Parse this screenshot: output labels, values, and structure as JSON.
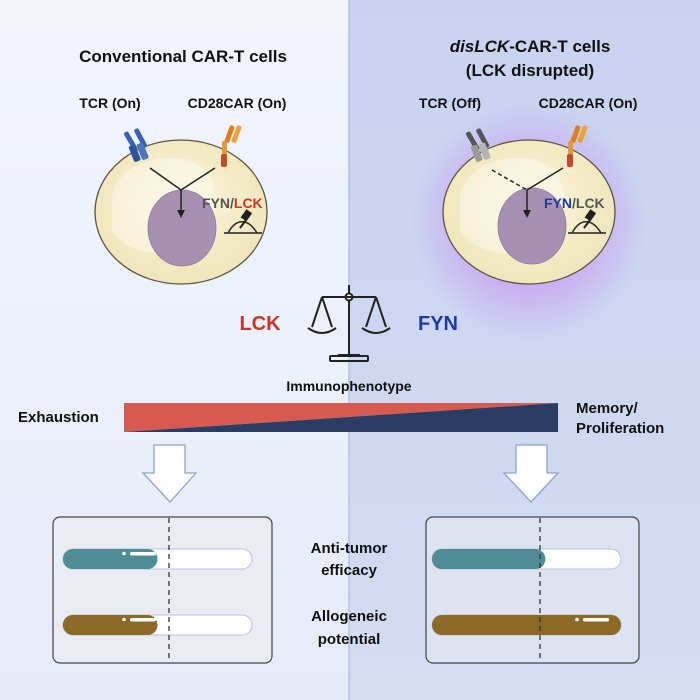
{
  "left_panel": {
    "title": "Conventional CAR-T cells",
    "tcr_label": "TCR (On)",
    "car_label": "CD28CAR (On)",
    "kinase_fyn": "FYN",
    "kinase_sep": "/",
    "kinase_lck": "LCK"
  },
  "right_panel": {
    "title_italic": "disLCK",
    "title_rest": "-CAR-T cells",
    "subtitle": "(LCK disrupted)",
    "tcr_label": "TCR (Off)",
    "car_label": "CD28CAR (On)",
    "kinase_fyn": "FYN",
    "kinase_sep": "/",
    "kinase_lck": "LCK"
  },
  "balance": {
    "left_label": "LCK",
    "right_label": "FYN",
    "caption": "Immunophenotype"
  },
  "gradient": {
    "left_label": "Exhaustion",
    "right_label_line1": "Memory/",
    "right_label_line2": "Proliferation"
  },
  "outcomes": {
    "antitumor_line1": "Anti-tumor",
    "antitumor_line2": "efficacy",
    "allogeneic_line1": "Allogeneic",
    "allogeneic_line2": "potential",
    "left": {
      "antitumor_level": 0.5,
      "allogeneic_level": 0.5
    },
    "right": {
      "antitumor_level": 0.6,
      "allogeneic_level": 1.0
    }
  },
  "colors": {
    "lck_red": "#c8352a",
    "fyn_blue": "#1f3aa6",
    "teal": "#4f8c95",
    "brown": "#8a6a26",
    "navy": "#2b3d62",
    "red_bar": "#d65a50"
  }
}
